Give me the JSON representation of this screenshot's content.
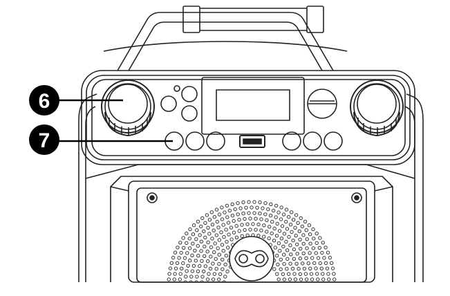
{
  "callouts": [
    {
      "number": "6",
      "target": "left-volume-knob"
    },
    {
      "number": "7",
      "target": "left-round-button"
    }
  ],
  "colors": {
    "line": "#222222",
    "callout_fill": "#000000",
    "callout_text": "#ffffff",
    "background": "#ffffff"
  }
}
